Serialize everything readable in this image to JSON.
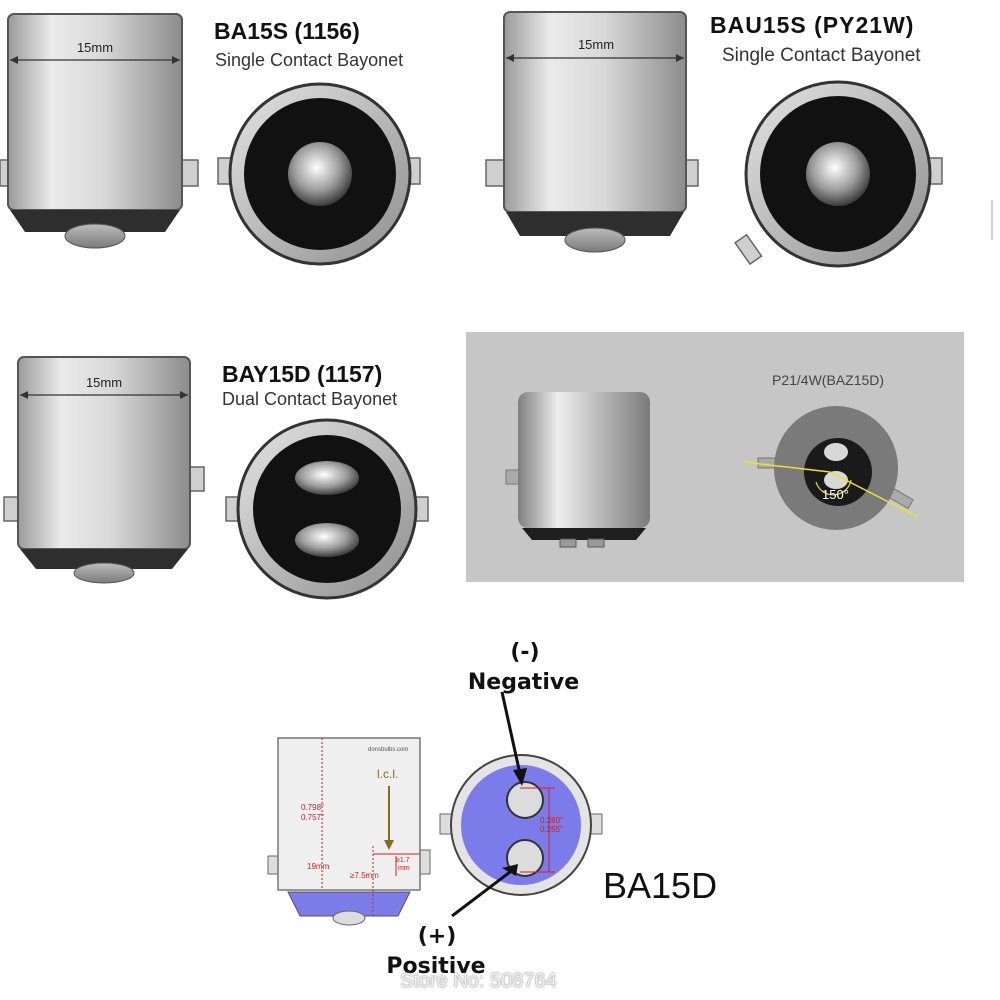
{
  "ba15s": {
    "title": "BA15S (1156)",
    "subtitle": "Single Contact Bayonet",
    "dimension": "15mm"
  },
  "bau15s": {
    "title": "BAU15S (PY21W)",
    "subtitle": "Single Contact Bayonet",
    "dimension": "15mm"
  },
  "bay15d": {
    "title": "BAY15D (1157)",
    "subtitle": "Dual Contact Bayonet",
    "dimension": "15mm"
  },
  "baz15d": {
    "title": "P21/4W(BAZ15D)",
    "angle": "150°"
  },
  "ba15d": {
    "title": "BA15D",
    "negative_symbol": "(-)",
    "negative_label": "Negative",
    "positive_symbol": "(+)",
    "positive_label": "Positive",
    "brand": "donsbulbs.com",
    "lcl": "l.c.l.",
    "len_in_1": "0.798\"",
    "len_in_2": "0.757\"",
    "len_mm": "19mm",
    "base_mm": "≥7.5mm",
    "pin_mm_1": "≥1.7",
    "pin_mm_2": "mm",
    "spacing_1": "0.280\"",
    "spacing_2": "0.255\""
  },
  "watermark": "Store No: 508764",
  "colors": {
    "socket": "#d3d3d3",
    "socket_dark": "#333333",
    "panel_gray": "#c6c6c6",
    "blue_contact": "#7b7bea",
    "dim_red": "#d02020",
    "arrow_brown": "#8a6b1c",
    "angle_line": "#f0e030"
  }
}
